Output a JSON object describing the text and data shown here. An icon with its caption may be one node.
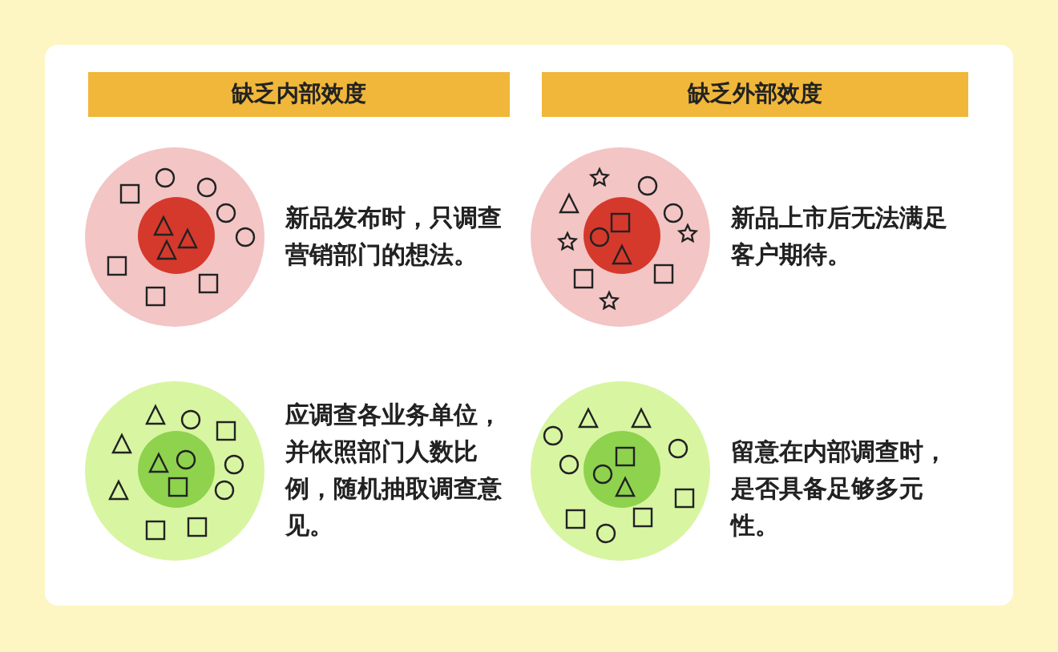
{
  "diagram": {
    "nodes": [
      {
        "text": [
          "缺乏内部效度"
        ]
      },
      {
        "text": [
          "缺乏外部效度"
        ]
      },
      {
        "text": [],
        "shape": "circle",
        "beside": [
          "新品发布时，只调查营销部门的想法。"
        ]
      },
      {
        "text": [],
        "shape": "circle",
        "in": 2
      },
      {
        "text": [],
        "shape": "circle",
        "beside": [
          "新品上市后无法满足客户期待。"
        ]
      },
      {
        "text": [],
        "shape": "circle",
        "in": 4
      },
      {
        "text": [],
        "shape": "circle",
        "beside": [
          "应调查各业务单位，并依照部门人数比例，随机抽取调查意见。"
        ]
      },
      {
        "text": [],
        "shape": "circle",
        "in": 6
      },
      {
        "text": [],
        "shape": "circle",
        "beside": [
          "留意在内部调查时，是否具备足够多元性。"
        ]
      },
      {
        "text": [],
        "shape": "circle",
        "in": 8
      }
    ]
  }
}
